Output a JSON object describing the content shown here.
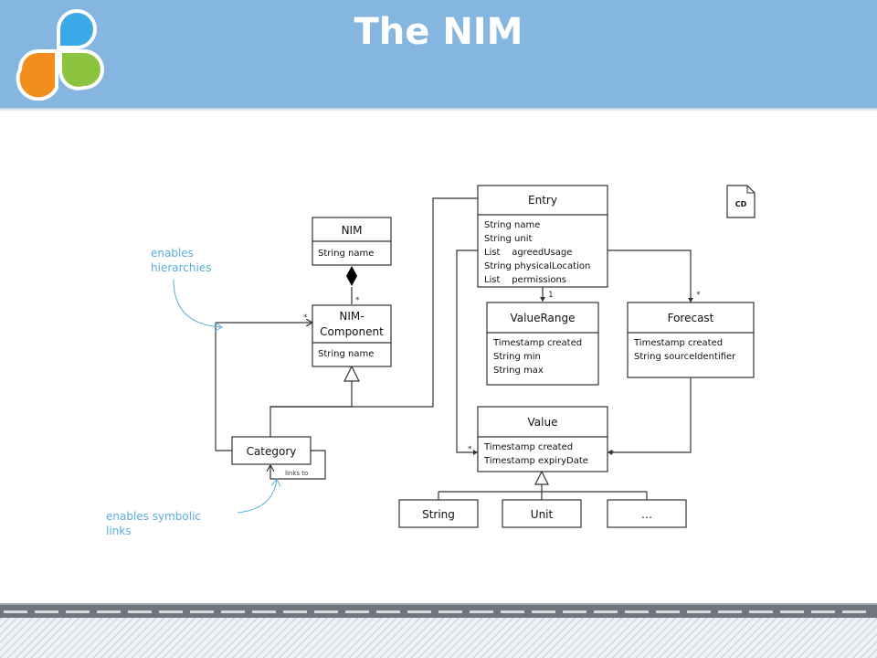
{
  "title": "The NIM",
  "logo": {
    "icon": "clover-logo-icon",
    "colors": [
      "#3aa9e8",
      "#f28e1c",
      "#8cc43f"
    ]
  },
  "badge_label": "CD",
  "classes": {
    "nim": {
      "name": "NIM",
      "attributes": [
        "String name"
      ]
    },
    "nim_component": {
      "name_line1": "NIM-",
      "name_line2": "Component",
      "attributes": [
        "String name"
      ]
    },
    "category": {
      "name": "Category"
    },
    "entry": {
      "name": "Entry",
      "attributes": [
        "String name",
        "String unit",
        "List    agreedUsage",
        "String physicalLocation",
        "List    permissions"
      ]
    },
    "value_range": {
      "name": "ValueRange",
      "attributes": [
        "Timestamp created",
        "String min",
        "String max"
      ]
    },
    "forecast": {
      "name": "Forecast",
      "attributes": [
        "Timestamp created",
        "String sourceIdentifier"
      ]
    },
    "value": {
      "name": "Value",
      "attributes": [
        "Timestamp created",
        "Timestamp expiryDate"
      ]
    },
    "string": {
      "name": "String"
    },
    "unit": {
      "name": "Unit"
    },
    "more": {
      "name": "…"
    }
  },
  "multiplicities": {
    "nim_to_component": "*",
    "category_to_component": "*",
    "entry_to_value_range": "1",
    "entry_to_forecast": "*",
    "entry_to_value": "*",
    "forecast_to_value": "*"
  },
  "links_to_label": "links to",
  "annotations": {
    "hierarchies": [
      "enables",
      "hierarchies"
    ],
    "symbolic_links": [
      "enables symbolic",
      "links"
    ]
  },
  "colors": {
    "header": "#84b6e0",
    "annotation": "#5aaed8",
    "line": "#333333"
  }
}
